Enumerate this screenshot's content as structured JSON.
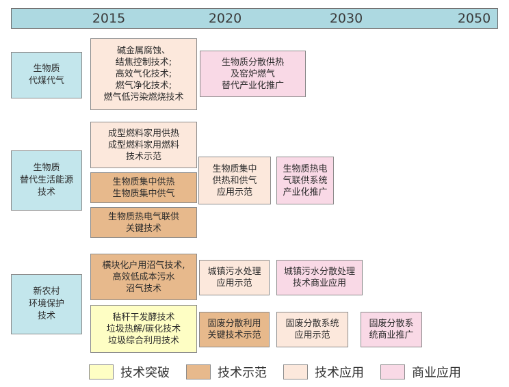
{
  "timeline": {
    "years": [
      "2015",
      "2020",
      "2030",
      "2050"
    ],
    "bar_color": "#add9e1"
  },
  "colors": {
    "breakthrough": "#fefec4",
    "demonstration": "#e7b98c",
    "application": "#fce8dc",
    "commercial": "#f9d9e6",
    "category": "#c3e6ec"
  },
  "categories": [
    {
      "label": "生物质\n代煤代气"
    },
    {
      "label": "生物质\n替代生活能源\n技术"
    },
    {
      "label": "新农村\n环境保护\n技术"
    }
  ],
  "boxes": [
    {
      "text": "碱金属腐蚀、\n结焦控制技术;\n高效气化技术;\n燃气净化技术;\n燃气低污染燃烧技术",
      "stage": "application"
    },
    {
      "text": "生物质分散供热\n及窑炉燃气\n替代产业化推广",
      "stage": "commercial"
    },
    {
      "text": "成型燃料家用供热\n成型燃料家用燃料\n技术示范",
      "stage": "application"
    },
    {
      "text": "生物质集中供热\n生物质集中供气",
      "stage": "demonstration"
    },
    {
      "text": "生物质热电气联供\n关键技术",
      "stage": "demonstration"
    },
    {
      "text": "生物质集中\n供热和供气\n应用示范",
      "stage": "application"
    },
    {
      "text": "生物质热电\n气联供系统\n产业化推广",
      "stage": "commercial"
    },
    {
      "text": "横块化户用沼气技术,\n高效低成本污水\n沼气技术",
      "stage": "demonstration"
    },
    {
      "text": "秸秆干发酵技术\n垃圾热解/碳化技术\n垃圾综合利用技术",
      "stage": "breakthrough"
    },
    {
      "text": "城镇污水处理\n应用示范",
      "stage": "application"
    },
    {
      "text": "城镇污水分散处理\n技术商业应用",
      "stage": "commercial"
    },
    {
      "text": "固废分散利用\n关键技术示范",
      "stage": "demonstration"
    },
    {
      "text": "固废分散系统\n应用示范",
      "stage": "application"
    },
    {
      "text": "固废分散系\n统商业推广",
      "stage": "commercial"
    }
  ],
  "legend": [
    {
      "label": "技术突破",
      "stage": "breakthrough"
    },
    {
      "label": "技术示范",
      "stage": "demonstration"
    },
    {
      "label": "技术应用",
      "stage": "application"
    },
    {
      "label": "商业应用",
      "stage": "commercial"
    }
  ]
}
